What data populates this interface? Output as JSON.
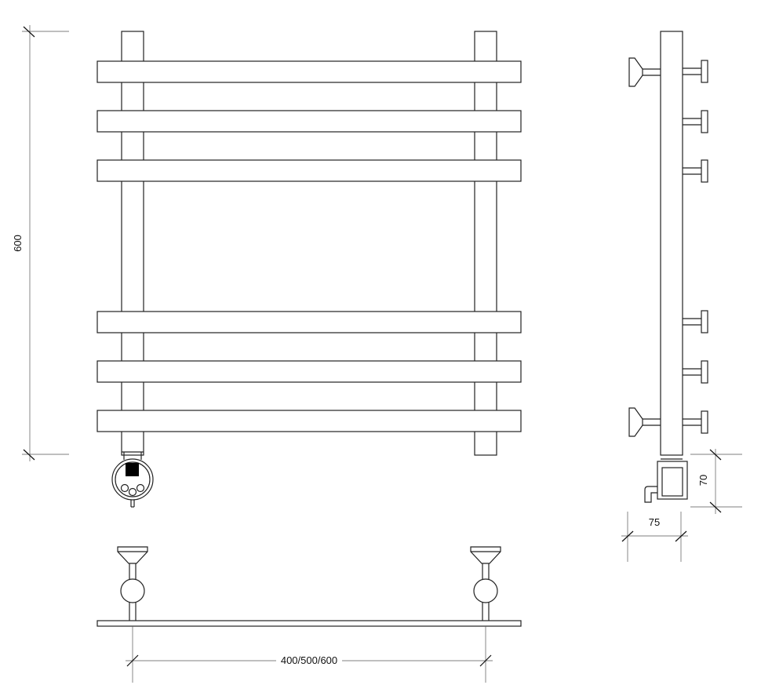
{
  "dimensions": {
    "height": "600",
    "width": "400/500/600",
    "depth": "75",
    "element_height": "70"
  },
  "colors": {
    "line": "#222222",
    "dimension_line": "#555555",
    "control_square": "#000000",
    "background": "#ffffff"
  }
}
